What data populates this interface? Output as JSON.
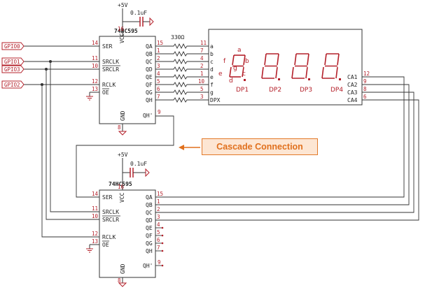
{
  "vcc": "+5V",
  "cap": "0.1uF",
  "resistor": "330Ω",
  "chip1": {
    "name": "74HC595",
    "vcc_label": "VCC",
    "vcc_pin": "16",
    "gnd_label": "GND",
    "gnd_pin": "8",
    "left_pins": [
      {
        "label": "SER",
        "num": "14"
      },
      {
        "label": "SRCLK",
        "num": "11"
      },
      {
        "label": "SRCLR",
        "num": "10"
      },
      {
        "label": "RCLK",
        "num": "12"
      },
      {
        "label": "OE",
        "num": "13"
      }
    ],
    "right_pins": [
      {
        "label": "QA",
        "num": "15"
      },
      {
        "label": "QB",
        "num": "1"
      },
      {
        "label": "QC",
        "num": "2"
      },
      {
        "label": "QD",
        "num": "3"
      },
      {
        "label": "QE",
        "num": "4"
      },
      {
        "label": "QF",
        "num": "5"
      },
      {
        "label": "QG",
        "num": "6"
      },
      {
        "label": "QH",
        "num": "7"
      }
    ],
    "qh_prime": {
      "label": "QH'",
      "num": "9"
    }
  },
  "chip2": {
    "name": "74HC595",
    "vcc_label": "VCC",
    "vcc_pin": "16",
    "gnd_label": "GND",
    "gnd_pin": "8",
    "left_pins": [
      {
        "label": "SER",
        "num": "14"
      },
      {
        "label": "SRCLK",
        "num": "11"
      },
      {
        "label": "SRCLR",
        "num": "10"
      },
      {
        "label": "RCLK",
        "num": "12"
      },
      {
        "label": "OE",
        "num": "13"
      }
    ],
    "right_pins": [
      {
        "label": "QA",
        "num": "15"
      },
      {
        "label": "QB",
        "num": "1"
      },
      {
        "label": "QC",
        "num": "2"
      },
      {
        "label": "QD",
        "num": "3"
      },
      {
        "label": "QE",
        "num": "4"
      },
      {
        "label": "QF",
        "num": "5"
      },
      {
        "label": "QG",
        "num": "6"
      },
      {
        "label": "QH",
        "num": "7"
      }
    ],
    "qh_prime": {
      "label": "QH'",
      "num": "9"
    }
  },
  "gpio": [
    "GPIO0",
    "GPIO1",
    "GPIO3",
    "GPIO2"
  ],
  "display": {
    "seg_pins": [
      {
        "label": "a",
        "num": "11"
      },
      {
        "label": "b",
        "num": "7"
      },
      {
        "label": "c",
        "num": "4"
      },
      {
        "label": "d",
        "num": "2"
      },
      {
        "label": "e",
        "num": "1"
      },
      {
        "label": "f",
        "num": "10"
      },
      {
        "label": "g",
        "num": "5"
      },
      {
        "label": "DPX",
        "num": "3"
      }
    ],
    "common_pins": [
      {
        "label": "CA1",
        "num": "12"
      },
      {
        "label": "CA2",
        "num": "9"
      },
      {
        "label": "CA3",
        "num": "8"
      },
      {
        "label": "CA4",
        "num": "6"
      }
    ],
    "seg_letters": {
      "a": "a",
      "b": "b",
      "c": "c",
      "d": "d",
      "e": "e",
      "f": "f",
      "g": "g"
    },
    "dp_labels": [
      "DP1",
      "DP2",
      "DP3",
      "DP4"
    ]
  },
  "callout": "Cascade Connection"
}
